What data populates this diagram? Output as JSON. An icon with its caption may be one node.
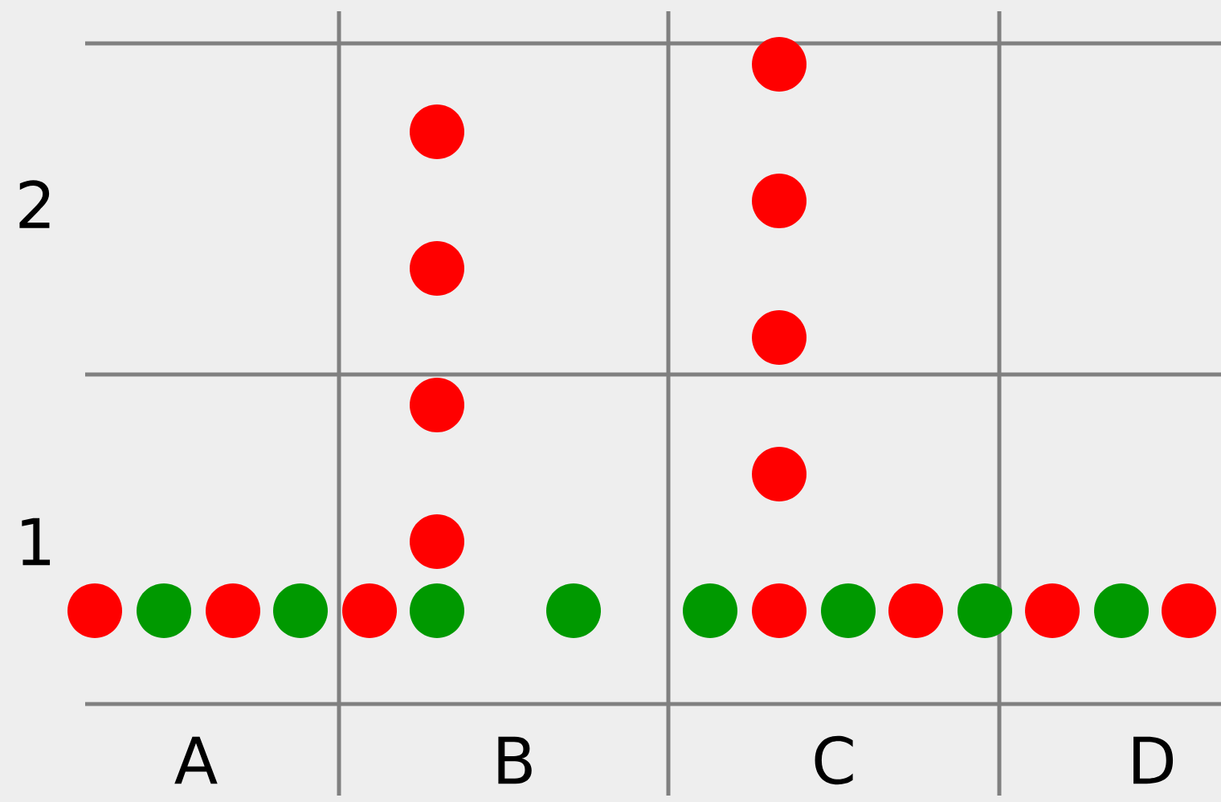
{
  "diagram": {
    "labels": [
      "2",
      "1",
      "A",
      "B",
      "C",
      "D"
    ]
  }
}
